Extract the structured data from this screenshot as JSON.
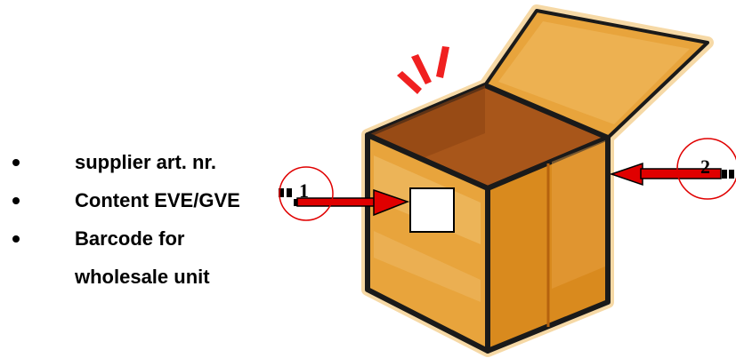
{
  "bullets": [
    {
      "text": "supplier art. nr."
    },
    {
      "text": "Content EVE/GVE"
    },
    {
      "text": "Barcode for",
      "continuation": "wholesale unit"
    }
  ],
  "markers": [
    {
      "label": "1"
    },
    {
      "label": "2"
    }
  ],
  "colors": {
    "box_light": "#E8A43C",
    "box_mid": "#D98A1E",
    "box_dark": "#B5620E",
    "box_inside": "#A8561A",
    "outline": "#1a1a1a",
    "glow": "#F6D9A6",
    "arrow": "#E00000",
    "spark": "#F02020"
  }
}
